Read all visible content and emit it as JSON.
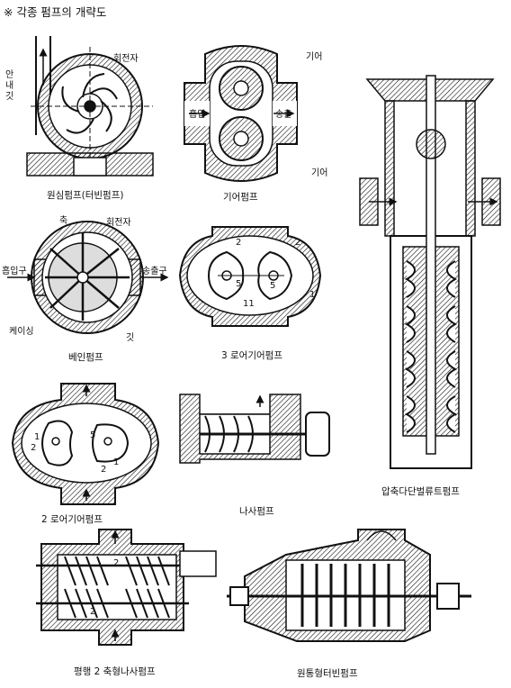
{
  "title": "※ 각종 펌프의 개략도",
  "centrifugal": {
    "caption": "원심펌프(터빈펌프)",
    "guide_vane_label": "안\n내\n깃",
    "impeller_label": "회전자"
  },
  "gear": {
    "caption": "기어펌프",
    "gear_label_top": "기어",
    "gear_label_bottom": "기어",
    "suction_label": "흡입",
    "discharge_label": "송출"
  },
  "vane": {
    "caption": "베인펌프",
    "shaft_label": "축",
    "rotor_label": "회전자",
    "suction_label": "흡입구",
    "discharge_label": "송출구",
    "casing_label": "케이싱",
    "vane_label": "깃"
  },
  "lobe3": {
    "caption": "3 로어기어펌프",
    "numbers": [
      "2",
      "2",
      "5",
      "5",
      "11",
      "1"
    ]
  },
  "lobe2": {
    "caption": "2 로어기어펌프",
    "numbers": [
      "1",
      "2",
      "5",
      "2",
      "1"
    ]
  },
  "screw": {
    "caption": "나사펌프"
  },
  "vertical": {
    "caption": "압축다단벌류트펌프"
  },
  "twin_screw": {
    "caption": "평행 2 축형나사펌프",
    "numbers": [
      "2",
      "2"
    ]
  },
  "multistage": {
    "caption": "원통형터빈펌프"
  }
}
